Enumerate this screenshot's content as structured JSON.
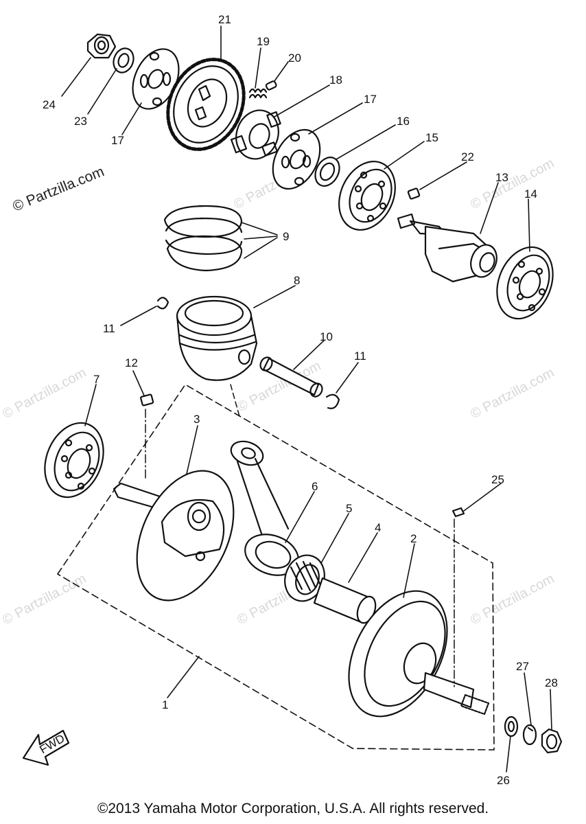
{
  "watermark": {
    "text": "© Partzilla.com",
    "side_text": "© Partzilla.com"
  },
  "callouts": [
    {
      "text": "21"
    },
    {
      "text": "19"
    },
    {
      "text": "20"
    },
    {
      "text": "18"
    },
    {
      "text": "17"
    },
    {
      "text": "16"
    },
    {
      "text": "15"
    },
    {
      "text": "22"
    },
    {
      "text": "13"
    },
    {
      "text": "14"
    },
    {
      "text": "24"
    },
    {
      "text": "23"
    },
    {
      "text": "17"
    },
    {
      "text": "9"
    },
    {
      "text": "8"
    },
    {
      "text": "11"
    },
    {
      "text": "10"
    },
    {
      "text": "11"
    },
    {
      "text": "12"
    },
    {
      "text": "7"
    },
    {
      "text": "3"
    },
    {
      "text": "6"
    },
    {
      "text": "5"
    },
    {
      "text": "4"
    },
    {
      "text": "2"
    },
    {
      "text": "25"
    },
    {
      "text": "27"
    },
    {
      "text": "28"
    },
    {
      "text": "26"
    },
    {
      "text": "1"
    }
  ],
  "fwd_label": "FWD",
  "copyright": "©2013 Yamaha Motor Corporation, U.S.A. All rights reserved."
}
